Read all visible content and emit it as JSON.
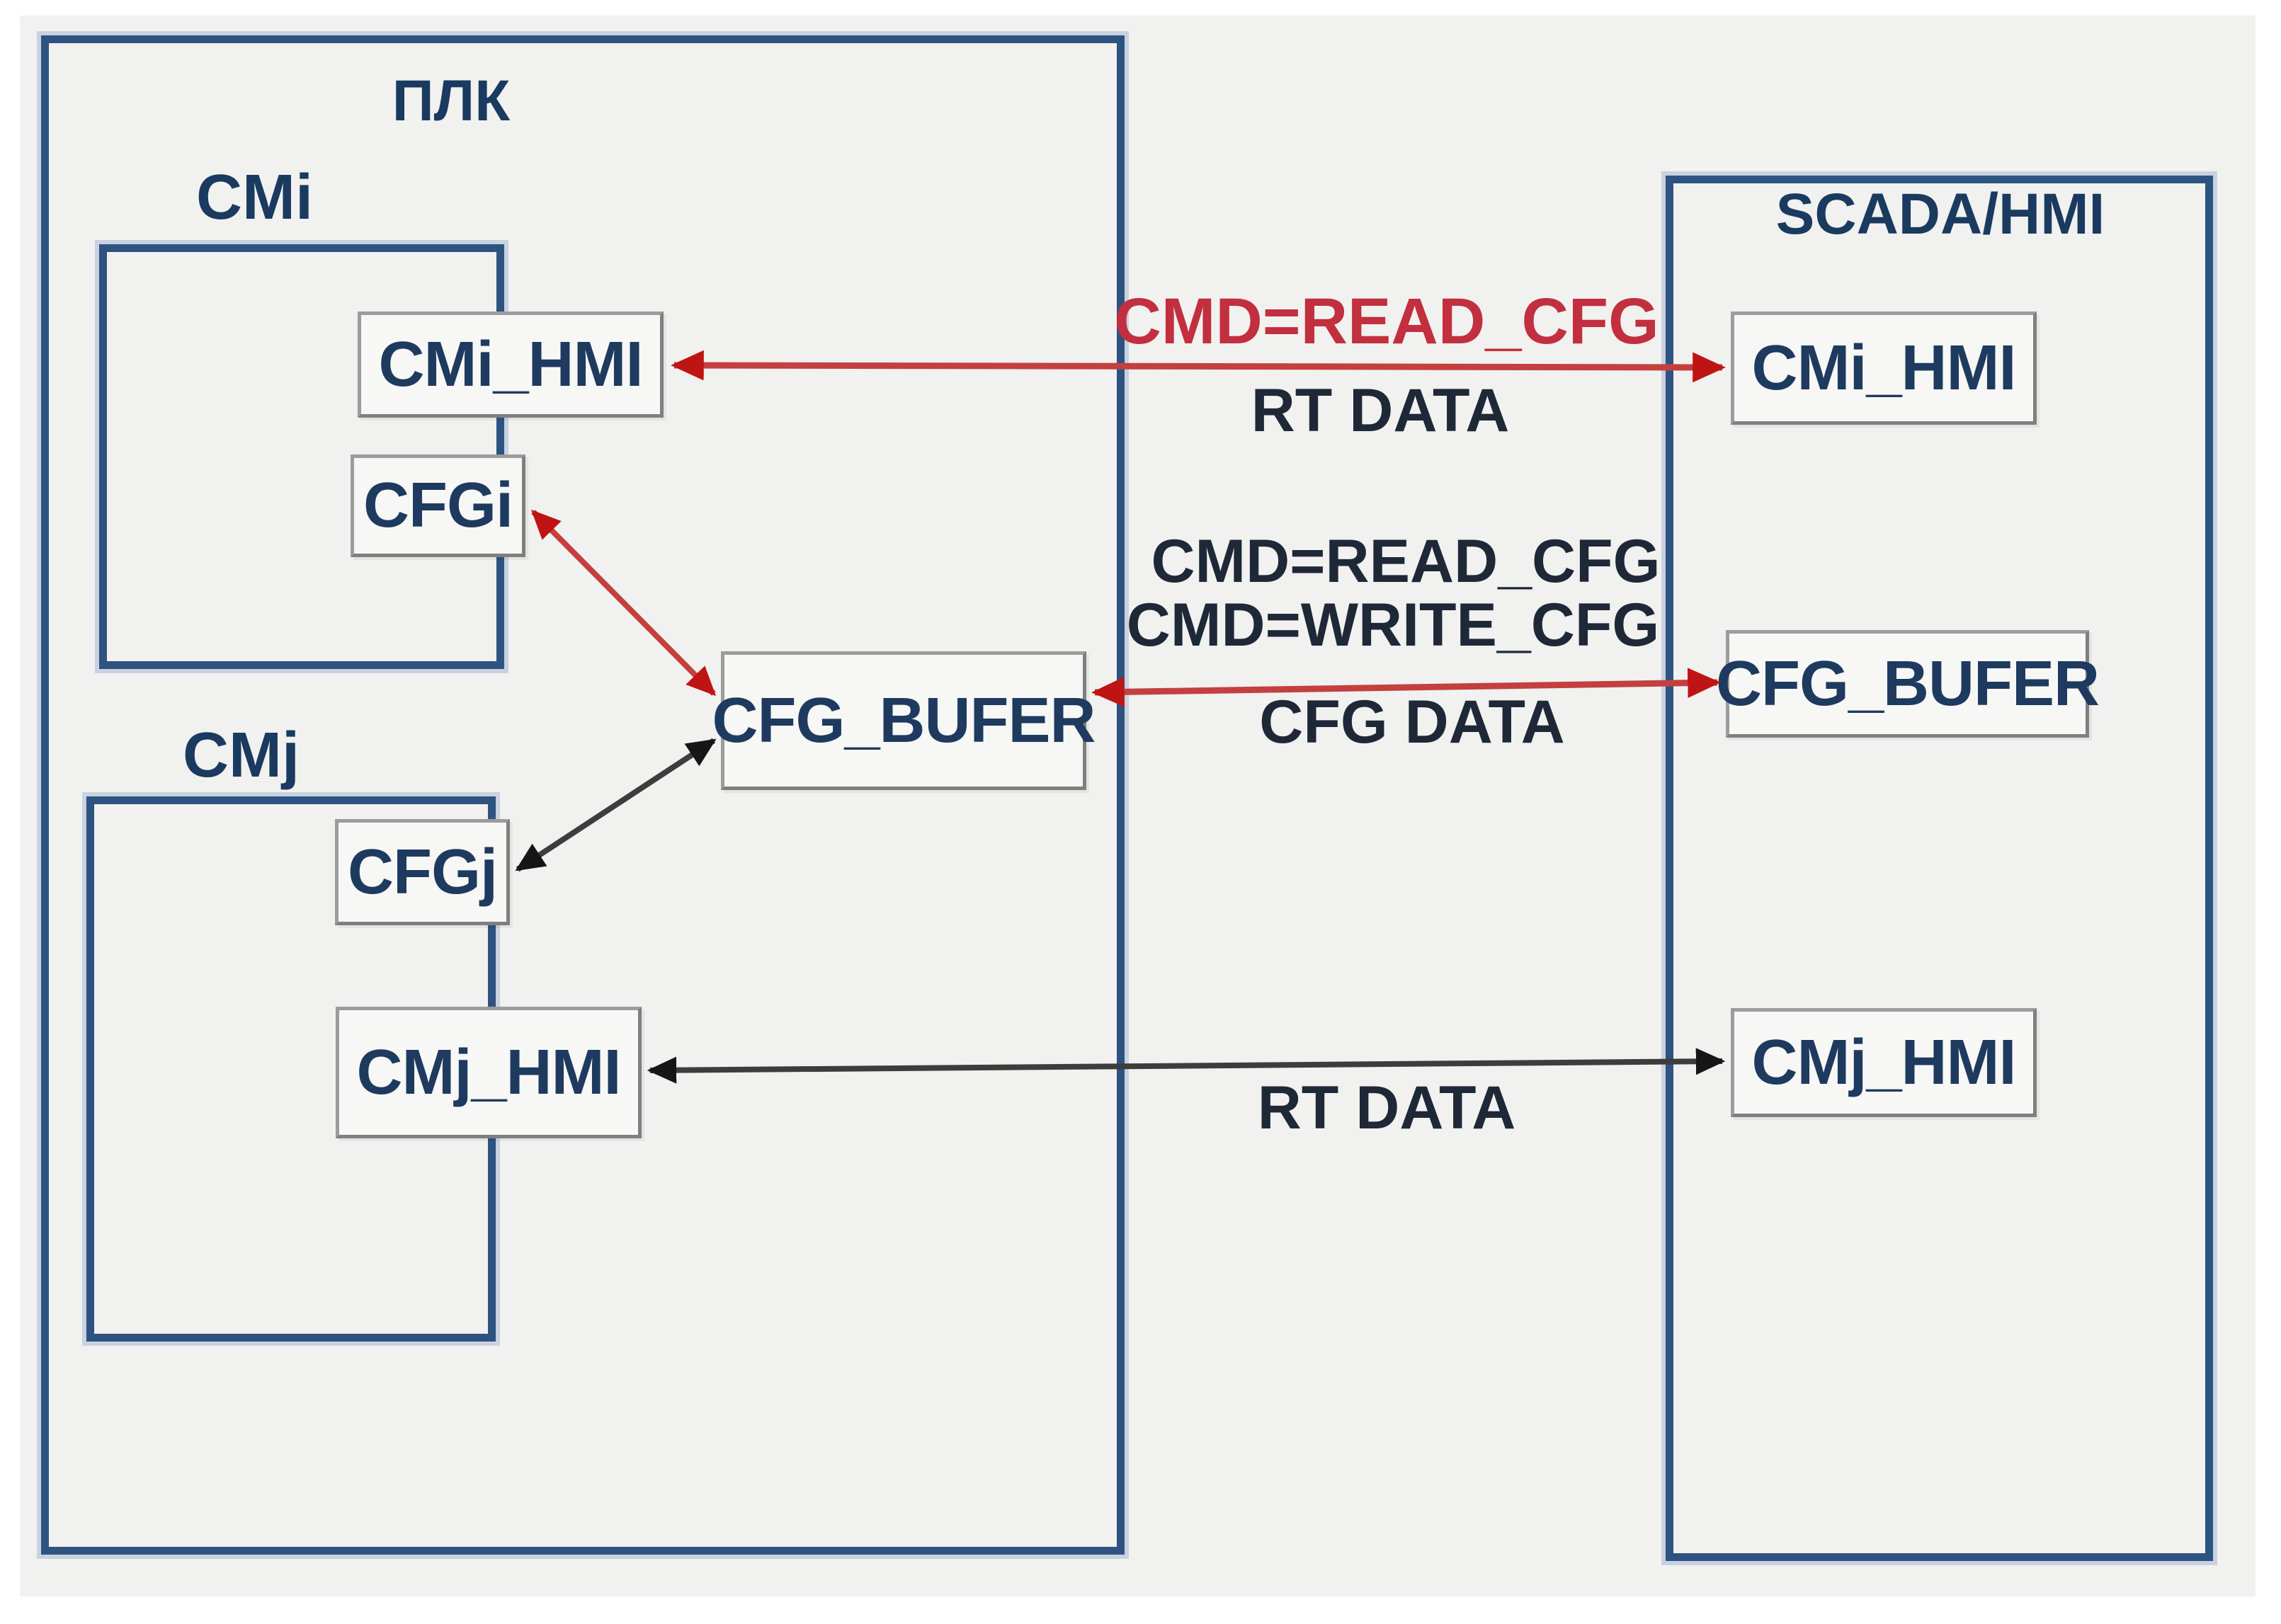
{
  "diagram": {
    "plc": {
      "title": "ПЛК",
      "cmi_title": "CMi",
      "cmj_title": "CMj"
    },
    "scada": {
      "title": "SCADA/HMI"
    },
    "nodes": {
      "cmi_hmi_plc": "CMi_HMI",
      "cfgi": "CFGi",
      "cfg_bufer_plc": "CFG_BUFER",
      "cfgj": "CFGj",
      "cmj_hmi_plc": "CMj_HMI",
      "cmi_hmi_scada": "CMi_HMI",
      "cfg_bufer_scada": "CFG_BUFER",
      "cmj_hmi_scada": "CMj_HMI"
    },
    "annotations": {
      "cmd_read_top": "CMD=READ_CFG",
      "rt_data_top": "RT DATA",
      "cmd_read_mid": "CMD=READ_CFG",
      "cmd_write_mid": "CMD=WRITE_CFG",
      "cfg_data": "CFG DATA",
      "rt_data_bottom": "RT DATA"
    },
    "colors": {
      "container_border": "#2e5380",
      "node_border": "#8f8f8f",
      "node_fill": "#f7f7f5",
      "background": "#f1f1f0",
      "navy_text": "#1a3a5f",
      "red_line": "#c43f3f",
      "red_arrowhead": "#bf1414",
      "red_text": "#c22f3e",
      "black_line": "#3d3d3d",
      "black_text": "#1e2837"
    }
  }
}
